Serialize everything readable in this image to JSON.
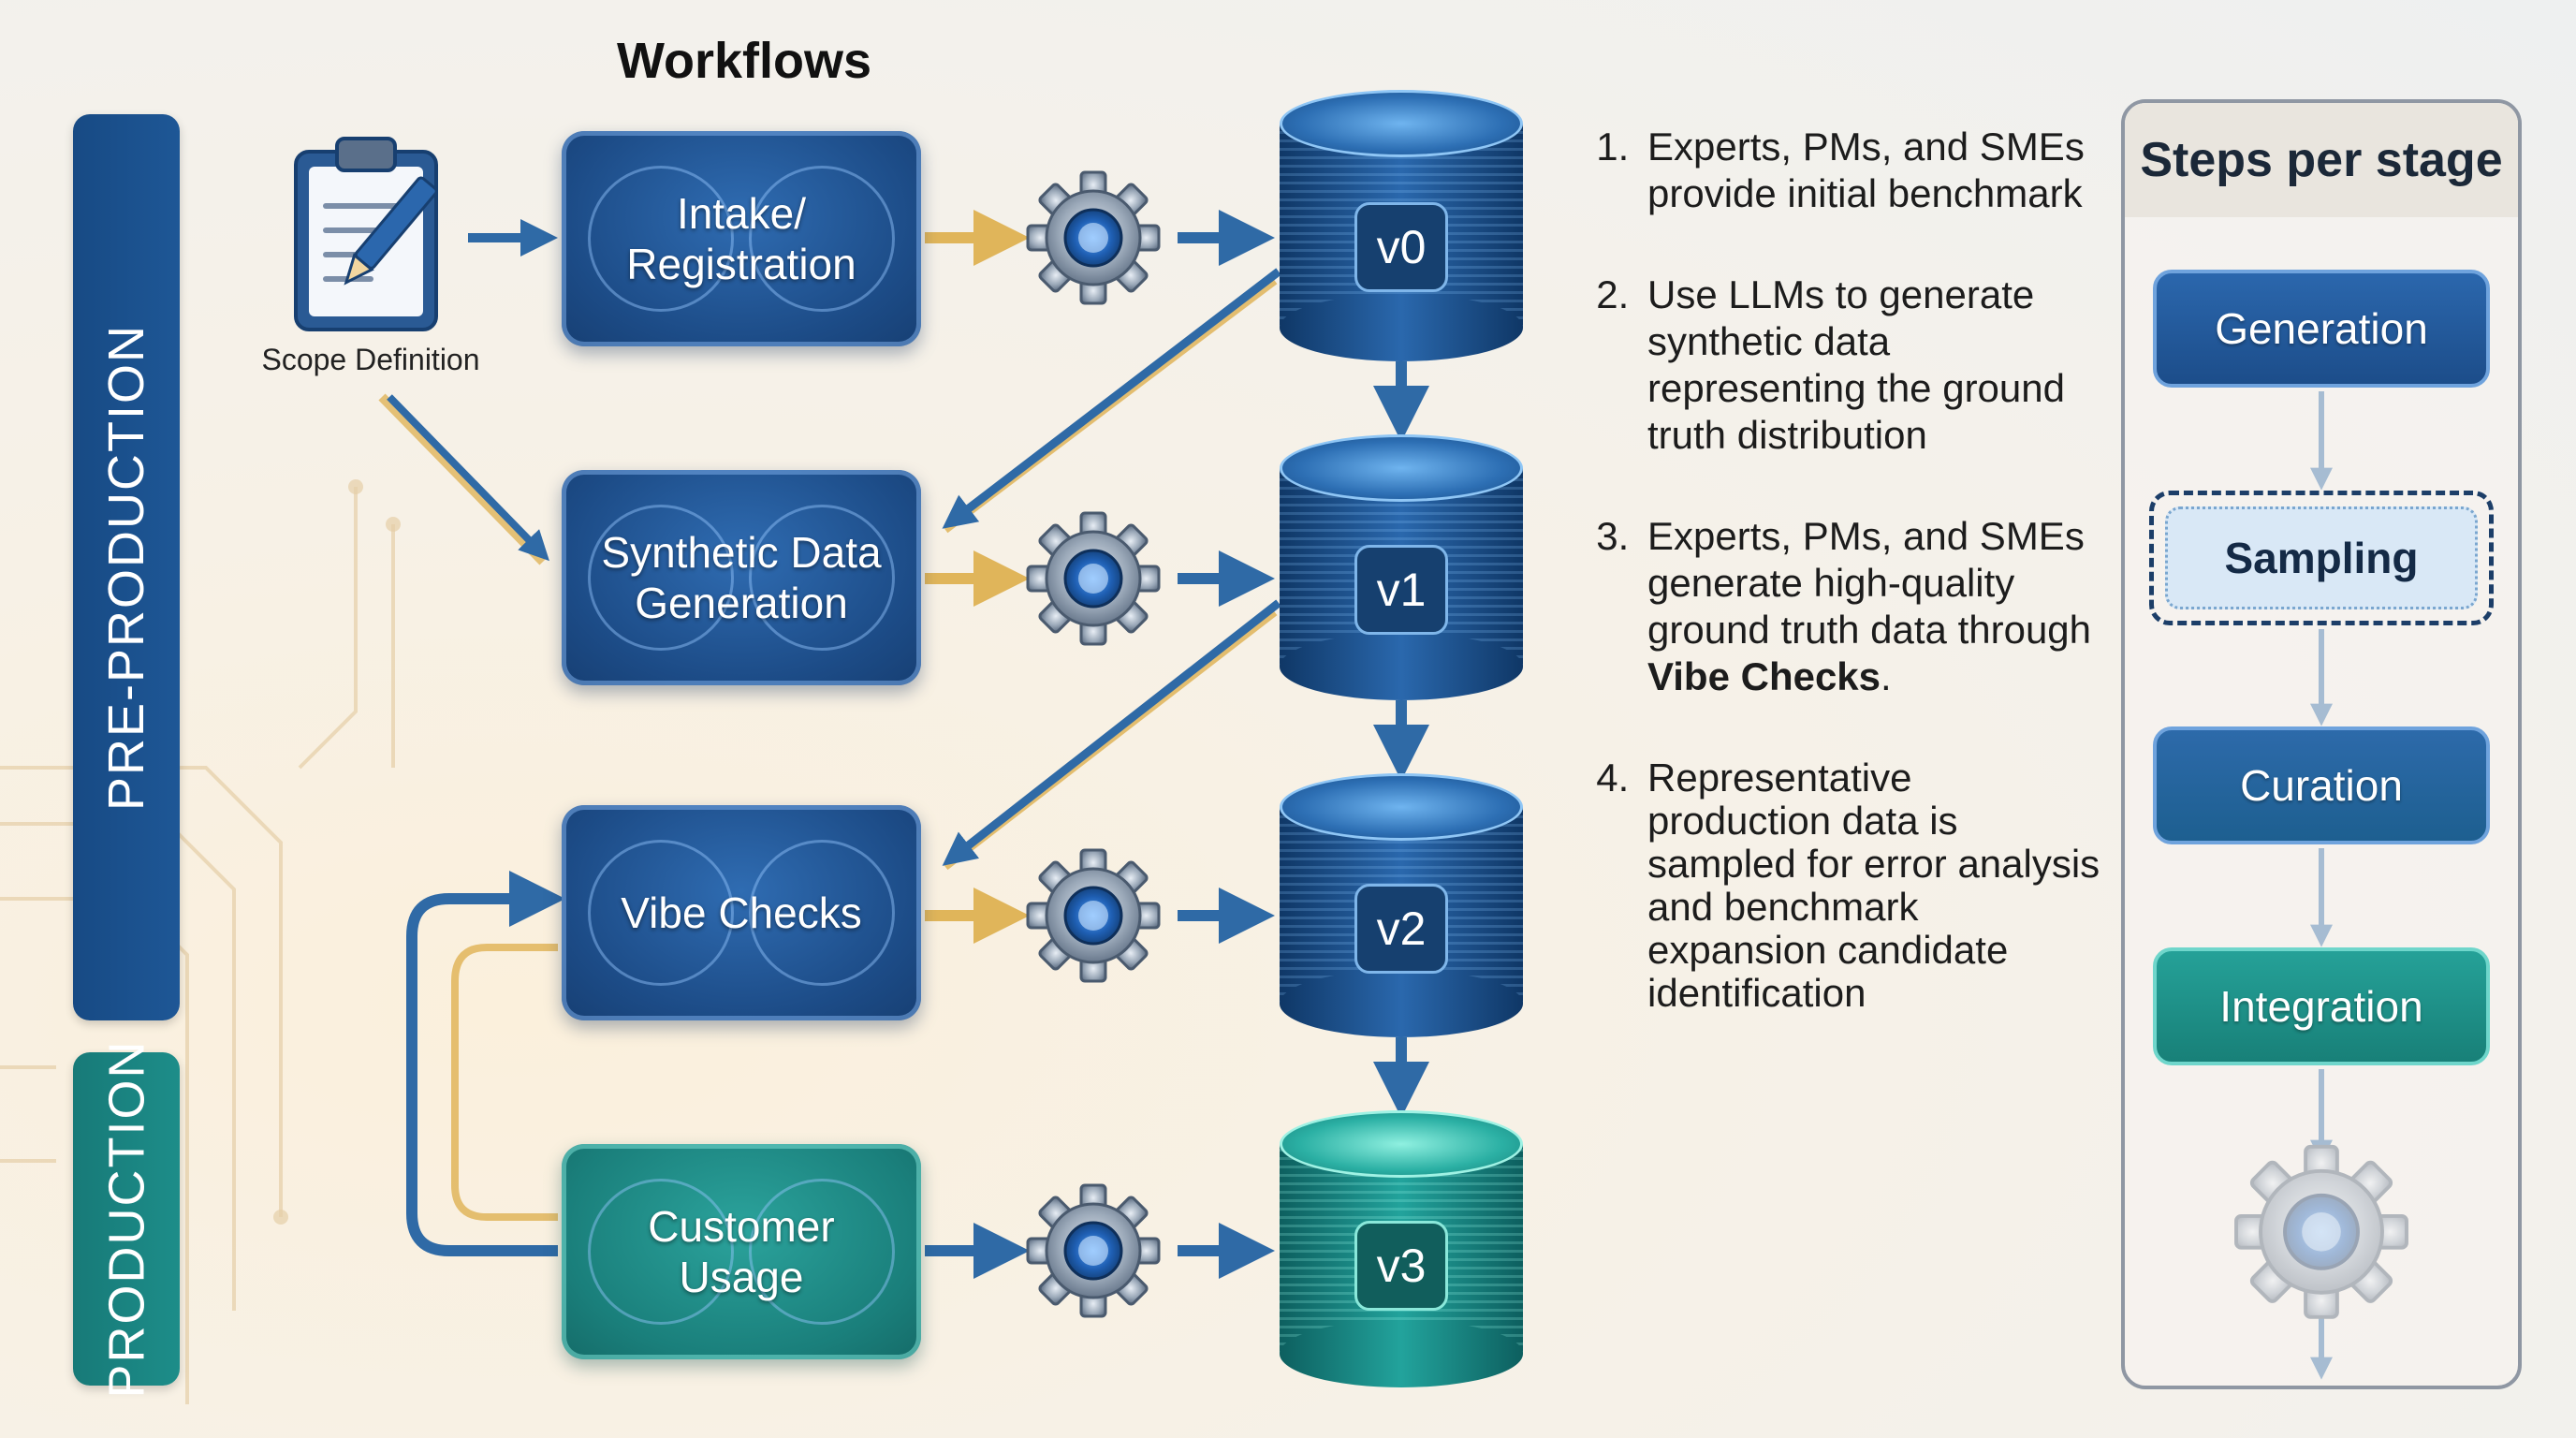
{
  "title": "Workflows",
  "bands": {
    "pre_production": "PRE-PRODUCTION",
    "production": "PRODUCTION"
  },
  "scope": {
    "label": "Scope Definition",
    "icon": "clipboard-pencil-icon"
  },
  "workflows": [
    {
      "label_line1": "Intake/",
      "label_line2": "Registration",
      "color": "#1c4b86"
    },
    {
      "label_line1": "Synthetic Data",
      "label_line2": "Generation",
      "color": "#1c4b86"
    },
    {
      "label_line1": "Vibe Checks",
      "label_line2": "",
      "color": "#1c4b86"
    },
    {
      "label_line1": "Customer",
      "label_line2": "Usage",
      "color": "#1a7f7b"
    }
  ],
  "versions": [
    {
      "label": "v0"
    },
    {
      "label": "v1"
    },
    {
      "label": "v2"
    },
    {
      "label": "v3"
    }
  ],
  "steps": [
    {
      "number": "1.",
      "text": "Experts, PMs, and SMEs provide initial benchmark"
    },
    {
      "number": "2.",
      "text": "Use LLMs to generate synthetic data representing the ground truth distribution"
    },
    {
      "number": "3.",
      "text_before": "Experts, PMs, and SMEs generate high-quality ground truth data through ",
      "bold": "Vibe Checks",
      "text_after": "."
    },
    {
      "number": "4.",
      "text": "Representative production data is sampled for error analysis and benchmark expansion candidate identification"
    }
  ],
  "panel": {
    "title": "Steps per stage",
    "stages": [
      "Generation",
      "Sampling",
      "Curation",
      "Integration"
    ],
    "end_icon": "gear-icon"
  },
  "colors": {
    "pre_production": "#1e5796",
    "production": "#1d8d89",
    "arrow_blue": "#2f6aa6",
    "arrow_gold": "#e0b55a"
  }
}
